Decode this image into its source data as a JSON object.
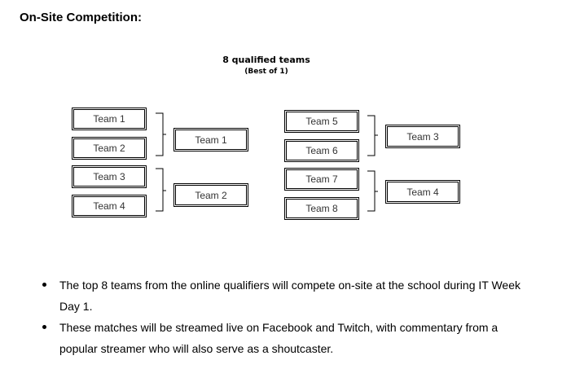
{
  "heading": "On-Site Competition:",
  "bracket": {
    "title": "8 qualified teams",
    "subtitle": "(Best of 1)",
    "left_entries": [
      "Team 1",
      "Team 2",
      "Team 3",
      "Team 4"
    ],
    "left_winners": [
      "Team 1",
      "Team 2"
    ],
    "right_entries": [
      "Team 5",
      "Team 6",
      "Team 7",
      "Team 8"
    ],
    "right_winners": [
      "Team 3",
      "Team 4"
    ]
  },
  "bullets": [
    "The top 8 teams from the online qualifiers will compete on-site at the school during IT Week Day 1.",
    "These matches will be streamed live on Facebook and Twitch, with commentary from a popular streamer who will also serve as a shoutcaster."
  ]
}
